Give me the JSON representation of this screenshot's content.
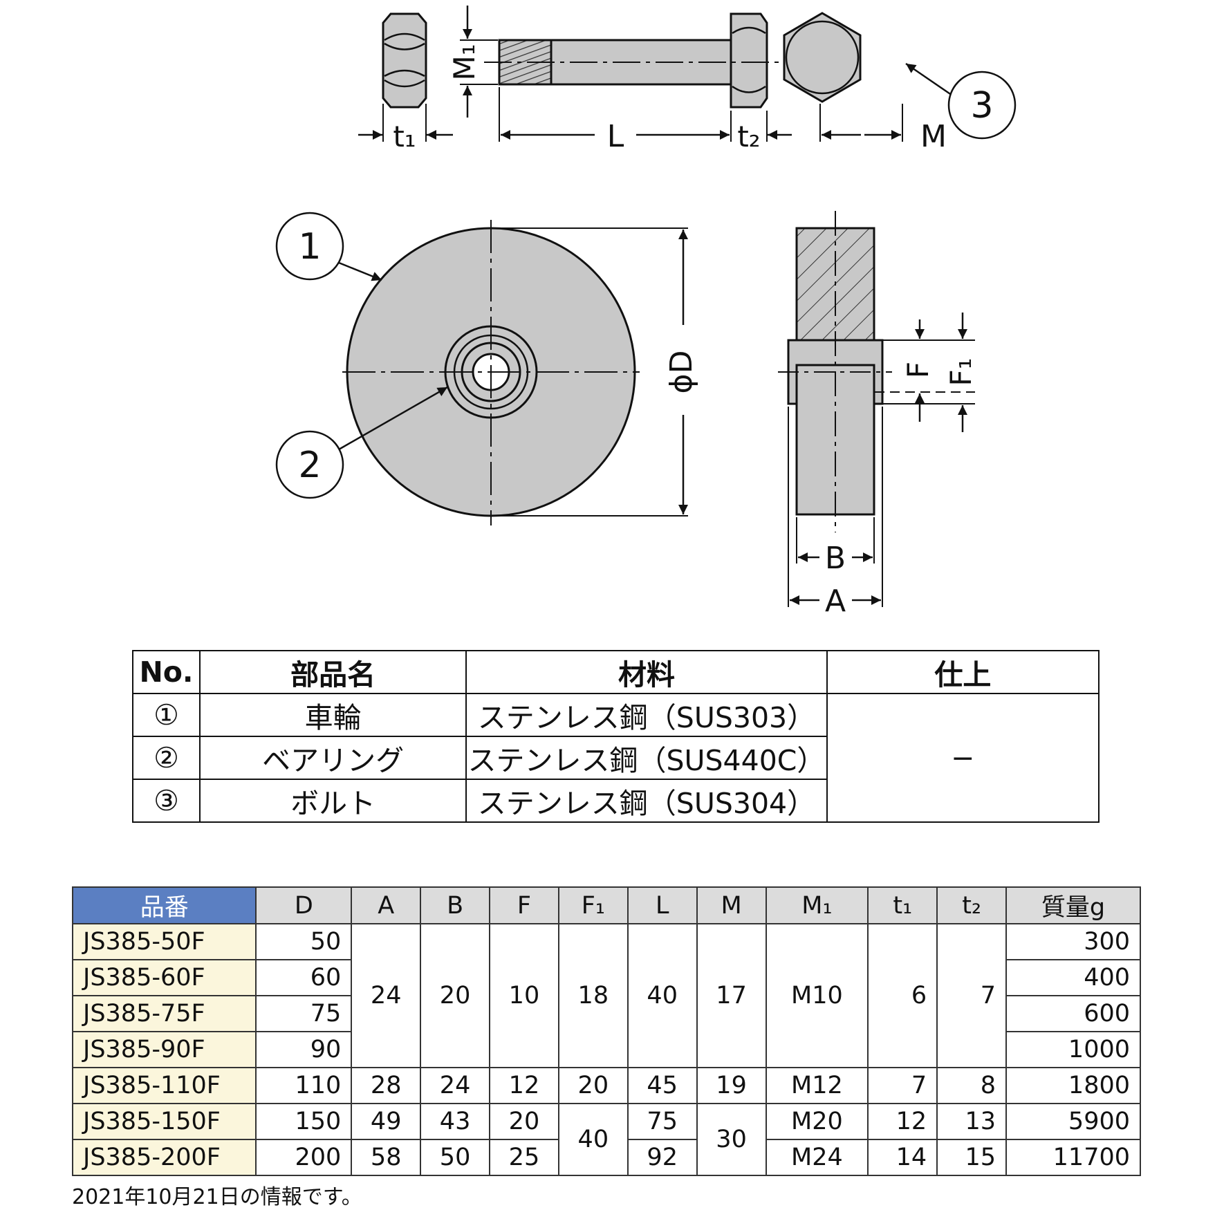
{
  "colors": {
    "part_fill": "#c8c8c8",
    "spec_header_accent": "#5b7fc2",
    "spec_header_bg": "#dcdcdc",
    "code_cell_bg": "#fbf6dc"
  },
  "drawing": {
    "bolt_labels": {
      "t1": "t₁",
      "L": "L",
      "t2": "t₂",
      "M1": "M₁",
      "M": "M",
      "callout3": "3"
    },
    "wheel_labels": {
      "callout1": "1",
      "callout2": "2",
      "phiD": "ϕD",
      "F": "F",
      "F1": "F₁",
      "B": "B",
      "A": "A"
    }
  },
  "parts_table": {
    "headers": [
      "No.",
      "部品名",
      "材料",
      "仕上"
    ],
    "rows": [
      {
        "no": "①",
        "name": "車輪",
        "material": "ステンレス鋼（SUS303）"
      },
      {
        "no": "②",
        "name": "ベアリング",
        "material": "ステンレス鋼（SUS440C）"
      },
      {
        "no": "③",
        "name": "ボルト",
        "material": "ステンレス鋼（SUS304）"
      }
    ],
    "finish": "−"
  },
  "spec_table": {
    "headers": [
      "品番",
      "D",
      "A",
      "B",
      "F",
      "F₁",
      "L",
      "M",
      "M₁",
      "t₁",
      "t₂",
      "質量g"
    ],
    "rows": [
      {
        "code": "JS385-50F",
        "D": "50",
        "mass": "300"
      },
      {
        "code": "JS385-60F",
        "D": "60",
        "mass": "400"
      },
      {
        "code": "JS385-75F",
        "D": "75",
        "mass": "600"
      },
      {
        "code": "JS385-90F",
        "D": "90",
        "mass": "1000"
      },
      {
        "code": "JS385-110F",
        "D": "110",
        "mass": "1800"
      },
      {
        "code": "JS385-150F",
        "D": "150",
        "mass": "5900"
      },
      {
        "code": "JS385-200F",
        "D": "200",
        "mass": "11700"
      }
    ],
    "group1": {
      "A": "24",
      "B": "20",
      "F": "10",
      "F1": "18",
      "L": "40",
      "M": "17",
      "M1": "M10",
      "t1": "6",
      "t2": "7"
    },
    "row110": {
      "A": "28",
      "B": "24",
      "F": "12",
      "F1": "20",
      "L": "45",
      "M": "19",
      "M1": "M12",
      "t1": "7",
      "t2": "8"
    },
    "row150": {
      "A": "49",
      "B": "43",
      "F": "20",
      "L": "75",
      "M1": "M20",
      "t1": "12",
      "t2": "13"
    },
    "row200": {
      "A": "58",
      "B": "50",
      "F": "25",
      "L": "92",
      "M1": "M24",
      "t1": "14",
      "t2": "15"
    },
    "shared150_200": {
      "F1": "40",
      "M": "30"
    }
  },
  "note": "2021年10月21日の情報です。"
}
